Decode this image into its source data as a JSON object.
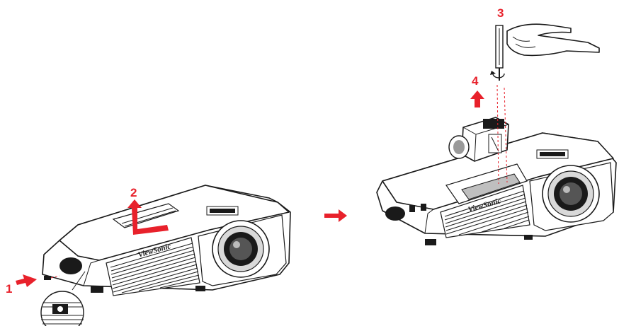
{
  "brand": {
    "name": "ViewSonic"
  },
  "steps": {
    "step1": "1",
    "step2": "2",
    "step3": "3",
    "step4": "4"
  },
  "colors": {
    "arrow": "#e8212b",
    "line": "#1a1a1a"
  },
  "icons": {
    "transition": "right-arrow-icon",
    "rotate": "counterclockwise-rotate-icon"
  }
}
